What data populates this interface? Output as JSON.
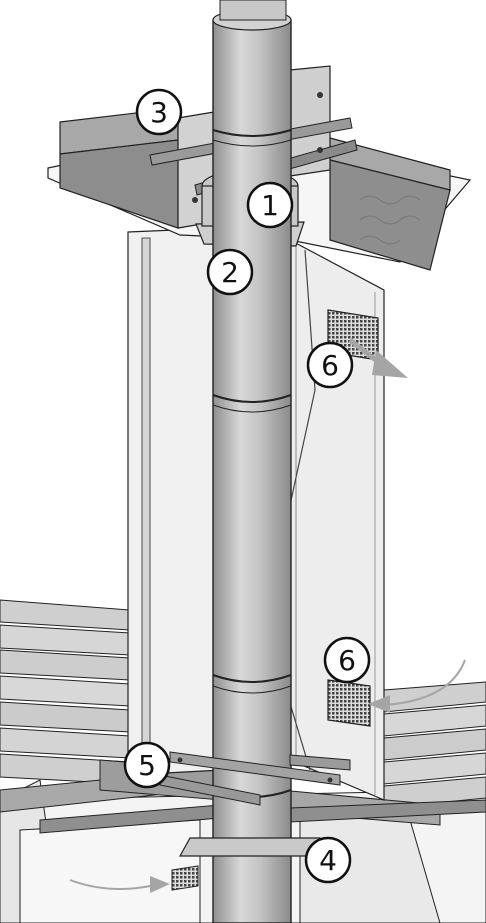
{
  "callouts": [
    {
      "id": "c1",
      "label": "1"
    },
    {
      "id": "c2",
      "label": "2"
    },
    {
      "id": "c3",
      "label": "3"
    },
    {
      "id": "c4",
      "label": "4"
    },
    {
      "id": "c5",
      "label": "5"
    },
    {
      "id": "c6a",
      "label": "6"
    },
    {
      "id": "c6b",
      "label": "6"
    }
  ],
  "colors": {
    "pipe": "#bfbfbf",
    "pipe_shadow": "#9a9a9a",
    "pipe_highlight": "#e2e2e2",
    "wall": "#ececec",
    "beam": "#a8a8a8",
    "beam_dark": "#7d7d7d",
    "floor": "#d0d0d0",
    "insulation": "#f2f2f2",
    "arrow": "#a5a5a5",
    "grille": "#555555",
    "outline": "#222222"
  },
  "icons": [
    "chimney-flue-pipe",
    "ventilation-grille",
    "airflow-arrow",
    "support-bracket"
  ]
}
